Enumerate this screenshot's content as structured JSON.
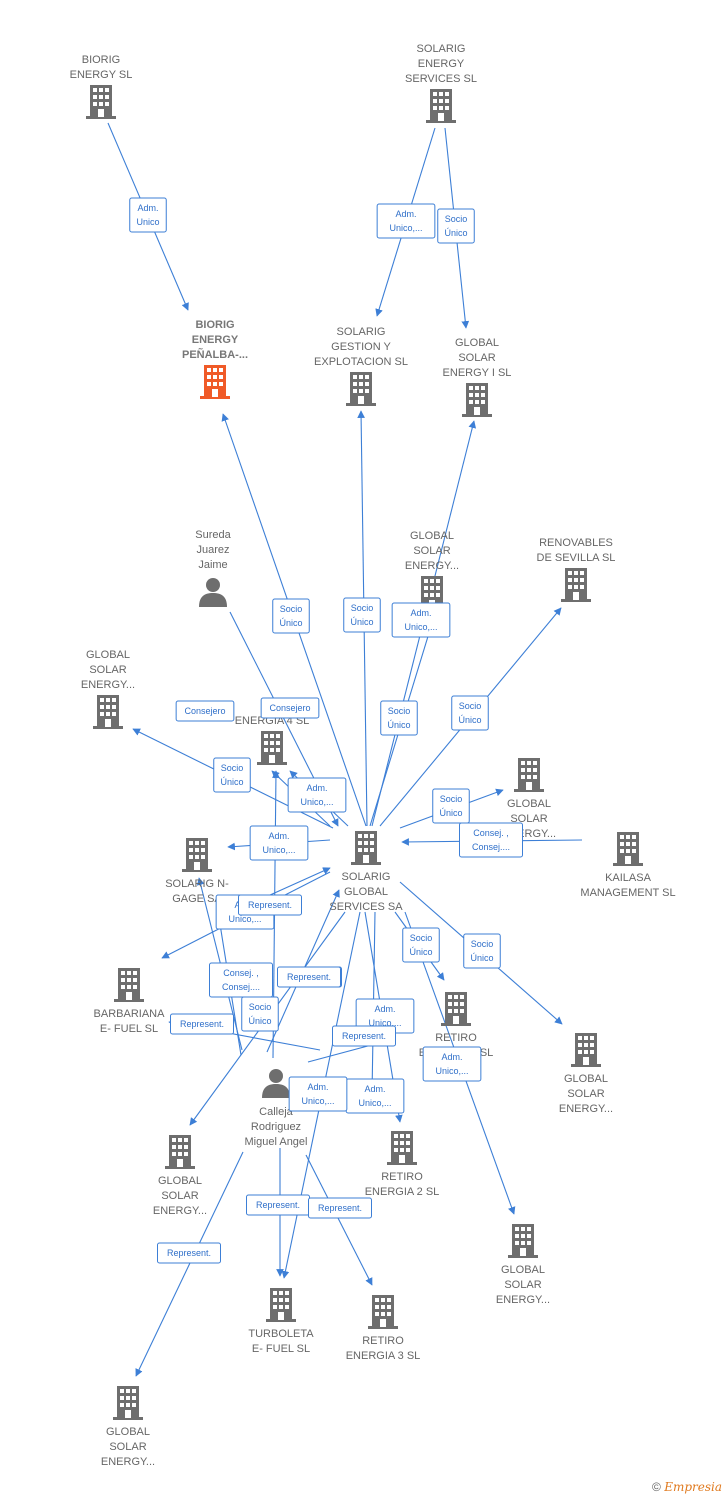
{
  "colors": {
    "edge": "#3d7fd6",
    "node": "#6e6e6e",
    "focus": "#f05a28"
  },
  "nodes": [
    {
      "id": "biorig",
      "type": "company",
      "label": [
        "BIORIG",
        "ENERGY  SL"
      ]
    },
    {
      "id": "solarig_es",
      "type": "company",
      "label": [
        "SOLARIG",
        "ENERGY",
        "SERVICES  SL"
      ]
    },
    {
      "id": "biorig_penalba",
      "type": "company",
      "focus": true,
      "label": [
        "BIORIG",
        "ENERGY",
        "PEÑALBA-..."
      ]
    },
    {
      "id": "solarig_gestion",
      "type": "company",
      "label": [
        "SOLARIG",
        "GESTION Y",
        "EXPLOTACION SL"
      ]
    },
    {
      "id": "gse1",
      "type": "company",
      "label": [
        "GLOBAL",
        "SOLAR",
        "ENERGY I  SL"
      ]
    },
    {
      "id": "sureda",
      "type": "person",
      "label": [
        "Sureda",
        "Juarez",
        "Jaime"
      ]
    },
    {
      "id": "gse_mid",
      "type": "company",
      "label": [
        "GLOBAL",
        "SOLAR",
        "ENERGY..."
      ]
    },
    {
      "id": "renovables",
      "type": "company",
      "label": [
        "RENOVABLES",
        "DE SEVILLA  SL"
      ]
    },
    {
      "id": "gse_left",
      "type": "company",
      "label": [
        "GLOBAL",
        "SOLAR",
        "ENERGY..."
      ]
    },
    {
      "id": "retiro4",
      "type": "company",
      "label": [
        "R...",
        "ENERGIA 4  SL"
      ]
    },
    {
      "id": "gse_right",
      "type": "company",
      "label": [
        "GLOBAL",
        "SOLAR",
        "ENERGY..."
      ]
    },
    {
      "id": "solarig_ngage",
      "type": "company",
      "label": [
        "SOLARIG N-",
        "GAGE SA"
      ]
    },
    {
      "id": "solarig_gs",
      "type": "company",
      "label": [
        "SOLARIG",
        "GLOBAL",
        "SERVICES SA"
      ]
    },
    {
      "id": "kailasa",
      "type": "company",
      "label": [
        "KAILASA",
        "MANAGEMENT SL"
      ]
    },
    {
      "id": "barbariana",
      "type": "company",
      "label": [
        "BARBARIANA",
        "E- FUEL  SL"
      ]
    },
    {
      "id": "retiro1",
      "type": "company",
      "label": [
        "RETIRO",
        "ENERGIA 1 SL"
      ]
    },
    {
      "id": "gse_r2",
      "type": "company",
      "label": [
        "GLOBAL",
        "SOLAR",
        "ENERGY..."
      ]
    },
    {
      "id": "calleja",
      "type": "person",
      "label": [
        "Calleja",
        "Rodriguez",
        "Miguel Angel"
      ]
    },
    {
      "id": "gse_l2",
      "type": "company",
      "label": [
        "GLOBAL",
        "SOLAR",
        "ENERGY..."
      ]
    },
    {
      "id": "retiro2",
      "type": "company",
      "label": [
        "RETIRO",
        "ENERGIA 2  SL"
      ]
    },
    {
      "id": "gse_b",
      "type": "company",
      "label": [
        "GLOBAL",
        "SOLAR",
        "ENERGY..."
      ]
    },
    {
      "id": "turboleta",
      "type": "company",
      "label": [
        "TURBOLETA",
        "E- FUEL  SL"
      ]
    },
    {
      "id": "retiro3",
      "type": "company",
      "label": [
        "RETIRO",
        "ENERGIA 3  SL"
      ]
    },
    {
      "id": "gse_bl",
      "type": "company",
      "label": [
        "GLOBAL",
        "SOLAR",
        "ENERGY..."
      ]
    }
  ],
  "edges": [
    {
      "label": [
        "Adm.",
        "Unico"
      ]
    },
    {
      "label": [
        "Adm.",
        "Unico,..."
      ]
    },
    {
      "label": [
        "Socio",
        "Único"
      ]
    },
    {
      "label": [
        "Socio",
        "Único"
      ]
    },
    {
      "label": [
        "Socio",
        "Único"
      ]
    },
    {
      "label": [
        "Adm.",
        "Unico,..."
      ]
    },
    {
      "label": [
        "Socio",
        "Único"
      ]
    },
    {
      "label": [
        "Socio",
        "Único"
      ]
    },
    {
      "label": [
        "Consejero"
      ]
    },
    {
      "label": [
        "Consejero"
      ]
    },
    {
      "label": [
        "Socio",
        "Único"
      ]
    },
    {
      "label": [
        "Adm.",
        "Unico,..."
      ]
    },
    {
      "label": [
        "Socio",
        "Único"
      ]
    },
    {
      "label": [
        "Consej. ,",
        "Consej...."
      ]
    },
    {
      "label": [
        "Adm.",
        "Unico,..."
      ]
    },
    {
      "label": [
        "Adm.",
        "Unico,..."
      ]
    },
    {
      "label": [
        "Represent."
      ]
    },
    {
      "label": [
        "Consej. ,",
        "Consej...."
      ]
    },
    {
      "label": [
        "Represent."
      ]
    },
    {
      "label": [
        "Represent."
      ]
    },
    {
      "label": [
        "Socio",
        "Único"
      ]
    },
    {
      "label": [
        "Adm.",
        "Unico,..."
      ]
    },
    {
      "label": [
        "Socio",
        "Único"
      ]
    },
    {
      "label": [
        "Adm.",
        "Unico,..."
      ]
    },
    {
      "label": [
        "Represent."
      ]
    },
    {
      "label": [
        "Socio",
        "Único"
      ]
    },
    {
      "label": [
        "Adm.",
        "Unico,..."
      ]
    },
    {
      "label": [
        "Adm.",
        "Unico,..."
      ]
    },
    {
      "label": [
        "Represent."
      ]
    },
    {
      "label": [
        "Represent."
      ]
    },
    {
      "label": [
        "Represent."
      ]
    },
    {
      "label": [
        "Represent."
      ]
    }
  ],
  "footer": {
    "copyright_symbol": "©",
    "brand": "Empresia"
  }
}
